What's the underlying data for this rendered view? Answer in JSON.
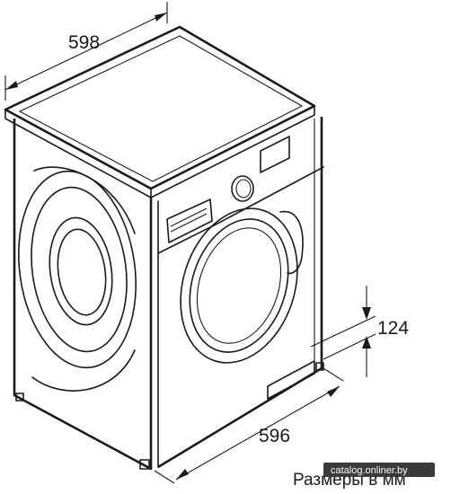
{
  "dimensions": {
    "width": "598",
    "depth": "596",
    "door_projection": "124"
  },
  "units_label": "Размеры в мм",
  "watermark": "catalog.onliner.by",
  "colors": {
    "line": "#1a1a1a",
    "background": "#ffffff"
  }
}
